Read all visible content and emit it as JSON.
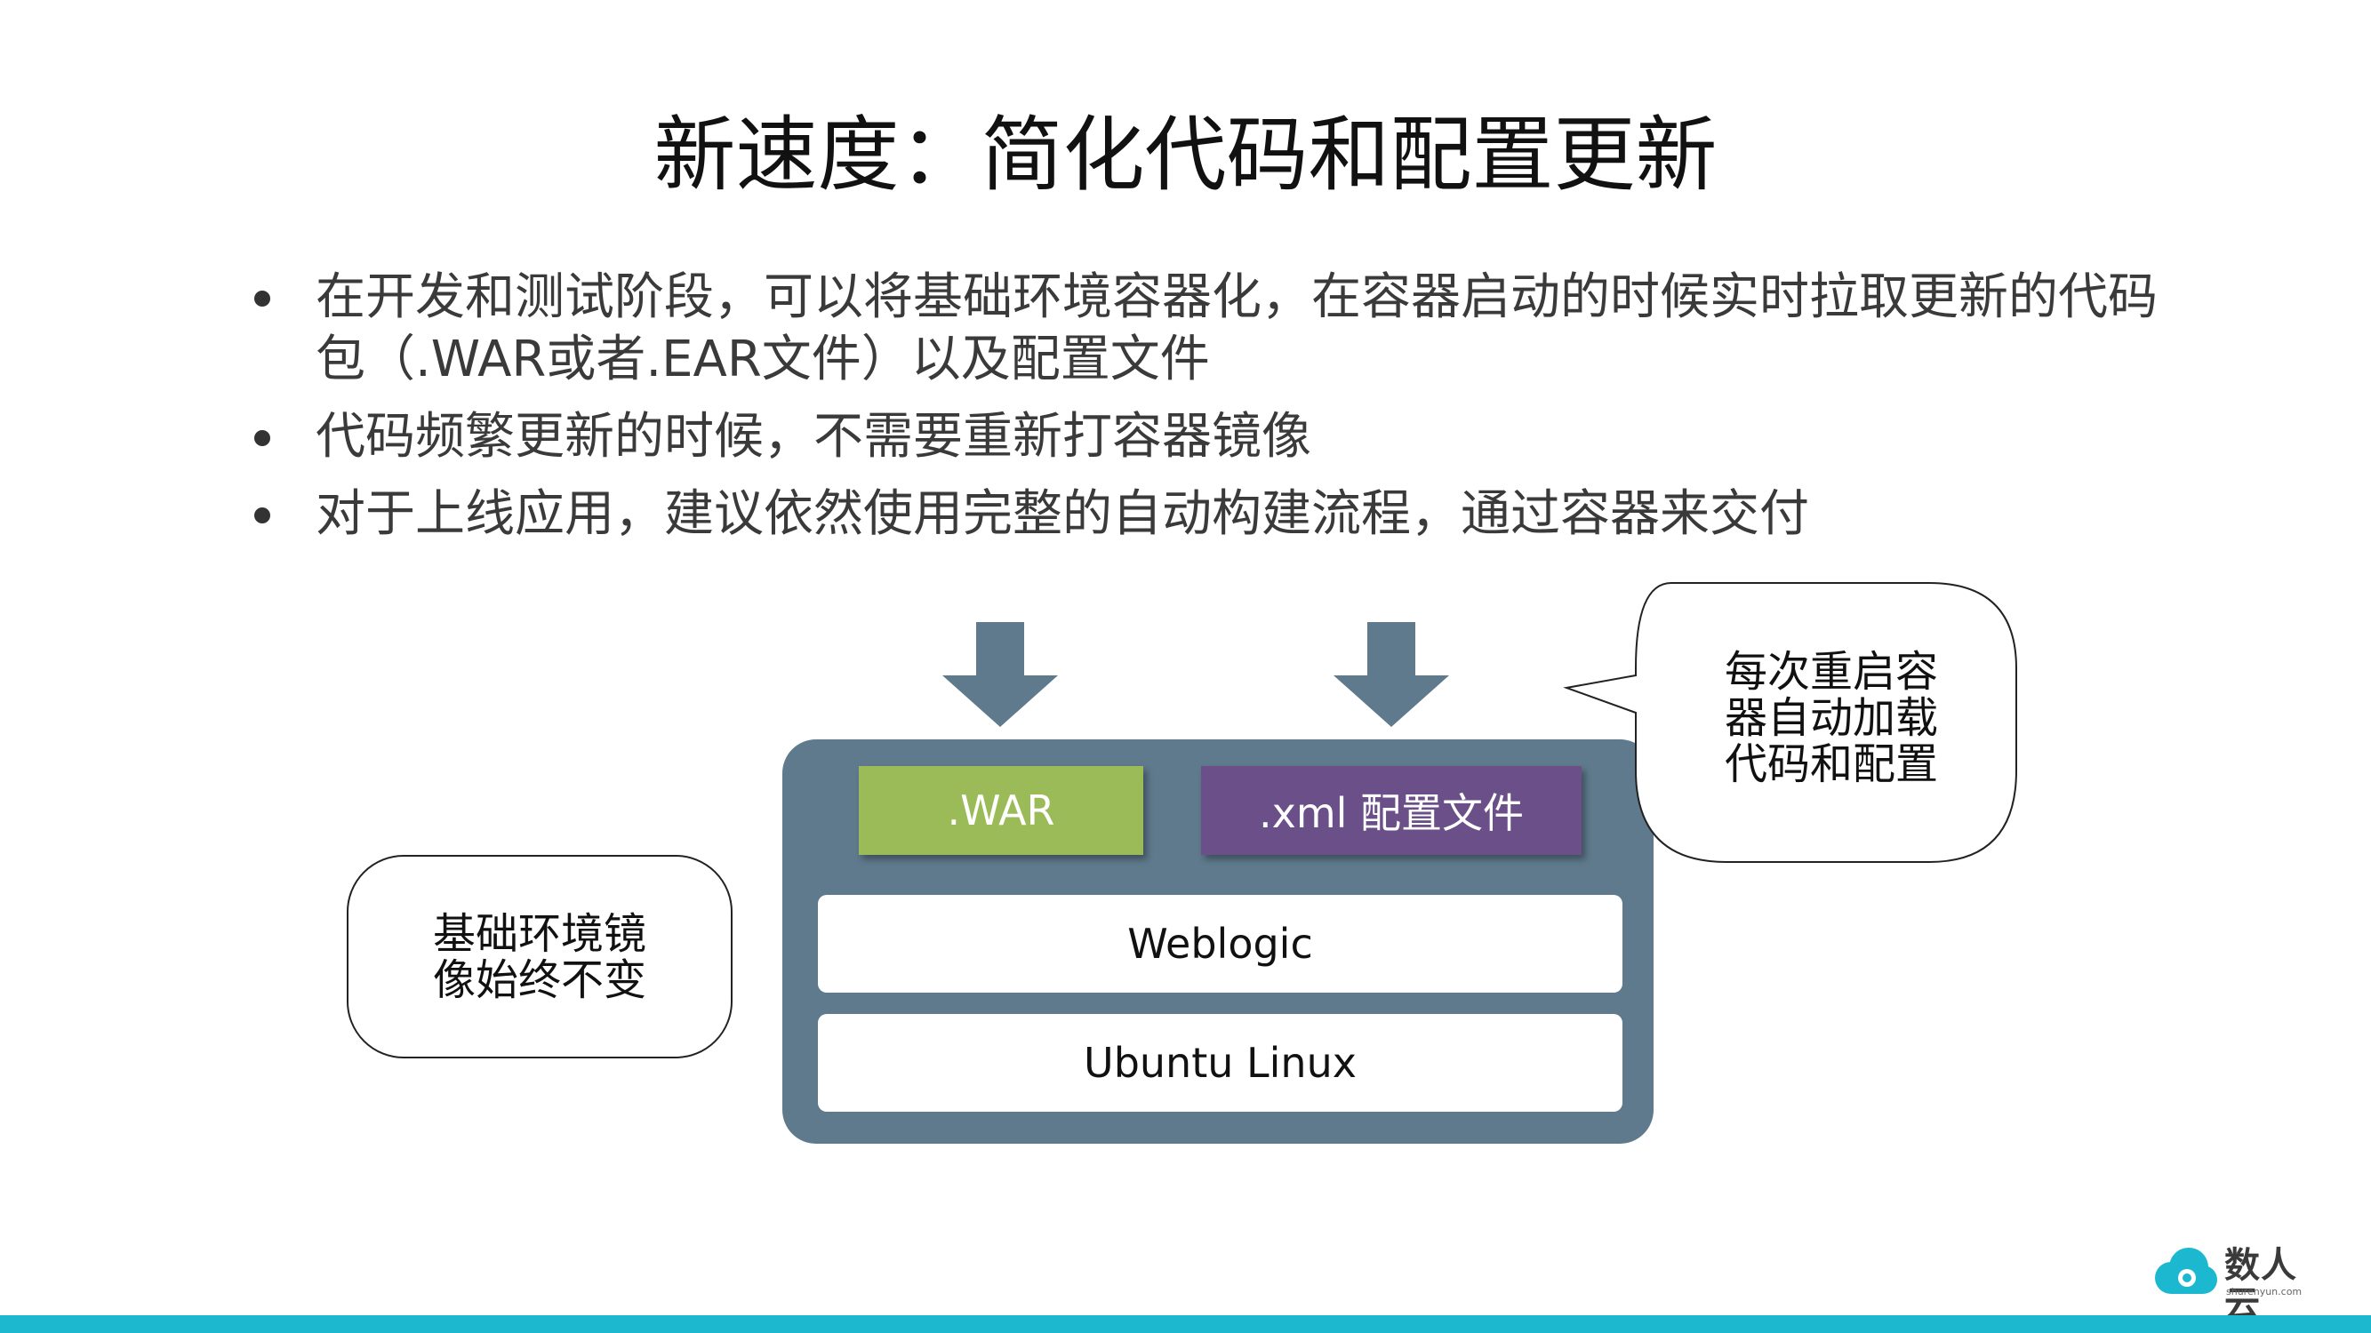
{
  "slide": {
    "title": "新速度：简化代码和配置更新",
    "bullets": [
      "在开发和测试阶段，可以将基础环境容器化，在容器启动的时候实时拉取更新的代码包（.WAR或者.EAR文件）以及配置文件",
      "代码频繁更新的时候，不需要重新打容器镜像",
      "对于上线应用，建议依然使用完整的自动构建流程，通过容器来交付"
    ]
  },
  "diagram": {
    "war_label": ".WAR",
    "xml_label": ".xml 配置文件",
    "weblogic_label": "Weblogic",
    "ubuntu_label": "Ubuntu Linux",
    "left_callout": "基础环境镜像始终不变",
    "right_callout": "每次重启容器自动加载代码和配置"
  },
  "logo": {
    "name": "数人云",
    "domain": "shurenyun.com"
  },
  "colors": {
    "container": "#5f7a8c",
    "war_chip": "#9bbb59",
    "xml_chip": "#6b4f88",
    "arrow": "#5f7a8c",
    "footer_bar": "#1bb8d0",
    "logo_accent": "#1bb8d0"
  }
}
